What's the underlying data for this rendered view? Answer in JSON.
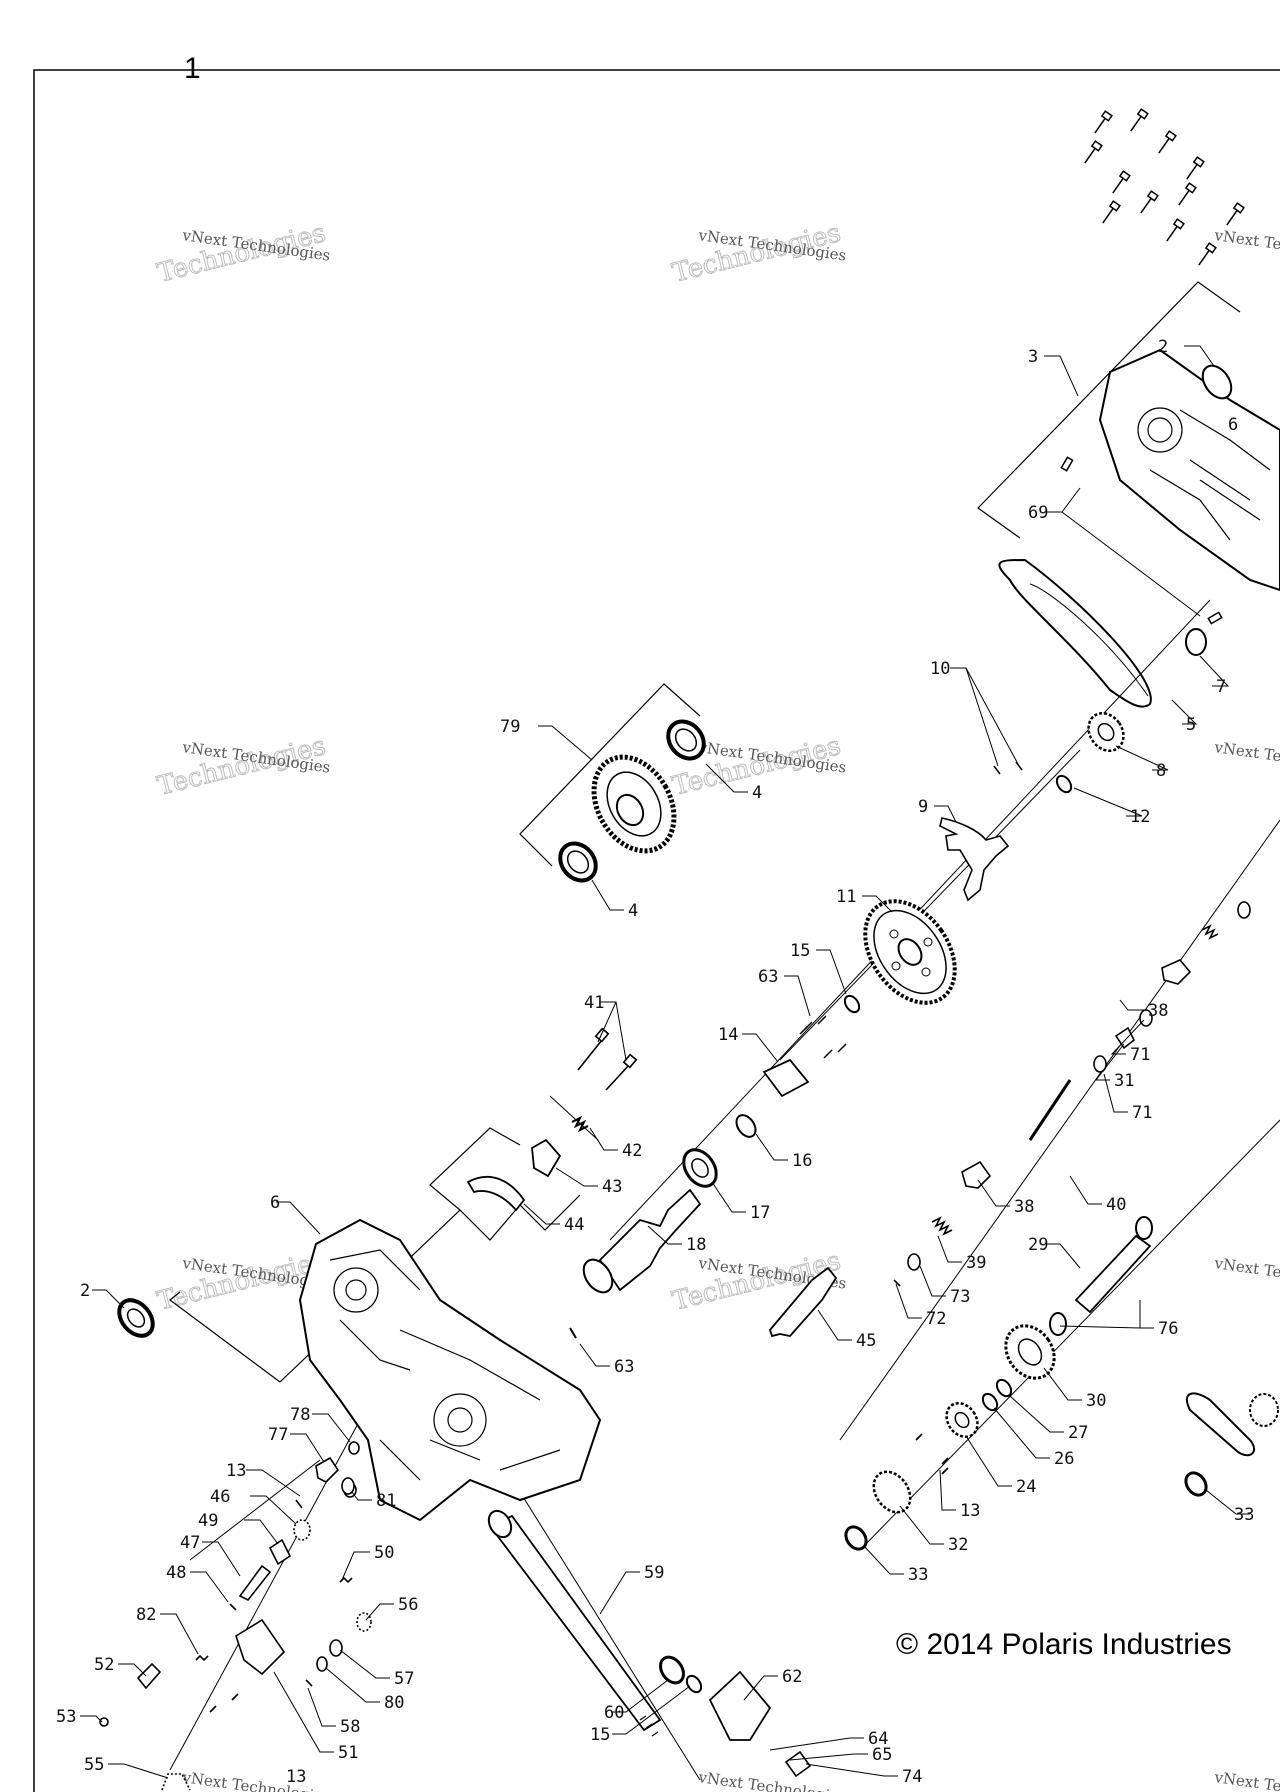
{
  "sheet_number": "1",
  "copyright": "© 2014 Polaris Industries",
  "watermark": {
    "line1": "vNext Technologies",
    "line2": "Technologies",
    "line3": "vNext"
  },
  "callouts": {
    "c2": "2",
    "c3": "3",
    "c4": "4",
    "c5": "5",
    "c6": "6",
    "c7": "7",
    "c8": "8",
    "c9": "9",
    "c10": "10",
    "c11": "11",
    "c12": "12",
    "c13": "13",
    "c14": "14",
    "c15": "15",
    "c16": "16",
    "c17": "17",
    "c18": "18",
    "c24": "24",
    "c26": "26",
    "c27": "27",
    "c29": "29",
    "c30": "30",
    "c31": "31",
    "c32": "32",
    "c33": "33",
    "c38": "38",
    "c39": "39",
    "c40": "40",
    "c41": "41",
    "c42": "42",
    "c43": "43",
    "c44": "44",
    "c45": "45",
    "c46": "46",
    "c47": "47",
    "c48": "48",
    "c49": "49",
    "c50": "50",
    "c51": "51",
    "c52": "52",
    "c53": "53",
    "c55": "55",
    "c56": "56",
    "c57": "57",
    "c58": "58",
    "c59": "59",
    "c60": "60",
    "c62": "62",
    "c63": "63",
    "c64": "64",
    "c65": "65",
    "c69": "69",
    "c71": "71",
    "c72": "72",
    "c73": "73",
    "c74": "74",
    "c76": "76",
    "c77": "77",
    "c78": "78",
    "c79": "79",
    "c80": "80",
    "c81": "81",
    "c82": "82"
  }
}
